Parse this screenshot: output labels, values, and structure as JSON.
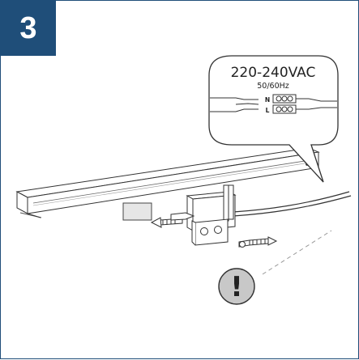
{
  "step": {
    "number": "3"
  },
  "callout": {
    "voltage": "220-240VAC",
    "frequency": "50/60Hz",
    "neutral_label": "N",
    "live_label": "L"
  },
  "warning": {
    "symbol": "!"
  },
  "colors": {
    "badge_background": "#1f4e79",
    "frame_border": "#1f4e79",
    "line_art": "#333333",
    "warning_circle": "#c8c8c8"
  },
  "icons": {
    "warning": "exclamation-circle-icon"
  }
}
